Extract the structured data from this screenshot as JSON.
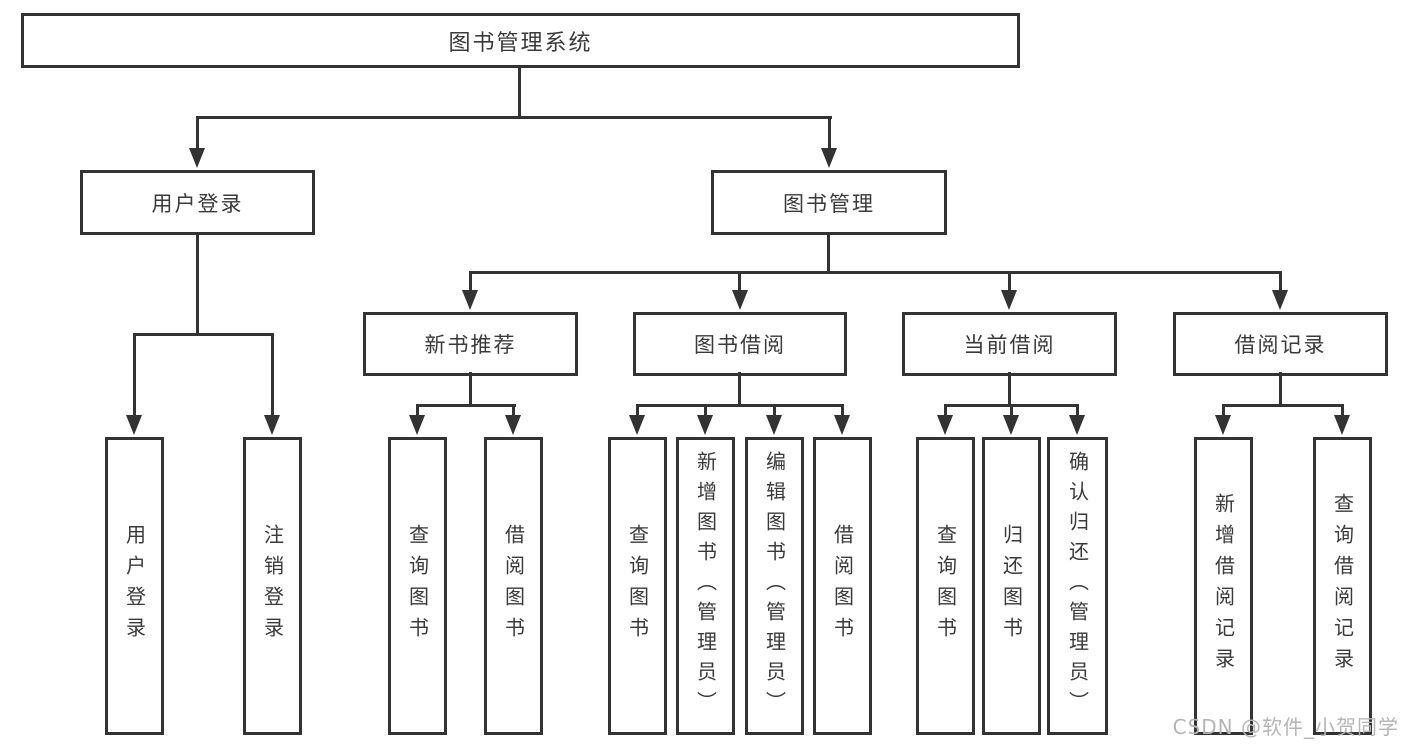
{
  "diagram": {
    "type": "hierarchy-tree",
    "orientation": "top-down"
  },
  "colors": {
    "background": "#ffffff",
    "line": "#333333",
    "box_border": "#333333",
    "box_fill": "#ffffff",
    "text": "#3a3a3a",
    "watermark": "#b5b5b5"
  },
  "tree": {
    "root": {
      "label": "图书管理系统"
    },
    "level2": [
      {
        "label": "用户登录",
        "children": [
          {
            "label": "用户登录"
          },
          {
            "label": "注销登录"
          }
        ]
      },
      {
        "label": "图书管理",
        "children": [
          {
            "label": "新书推荐",
            "children": [
              {
                "label": "查询图书"
              },
              {
                "label": "借阅图书"
              }
            ]
          },
          {
            "label": "图书借阅",
            "children": [
              {
                "label": "查询图书"
              },
              {
                "label": "新增图书（管理员）"
              },
              {
                "label": "编辑图书（管理员）"
              },
              {
                "label": "借阅图书"
              }
            ]
          },
          {
            "label": "当前借阅",
            "children": [
              {
                "label": "查询图书"
              },
              {
                "label": "归还图书"
              },
              {
                "label": "确认归还（管理员）"
              }
            ]
          },
          {
            "label": "借阅记录",
            "children": [
              {
                "label": "新增借阅记录"
              },
              {
                "label": "查询借阅记录"
              }
            ]
          }
        ]
      }
    ]
  },
  "watermark": {
    "text": "CSDN @软件_小贺同学"
  }
}
